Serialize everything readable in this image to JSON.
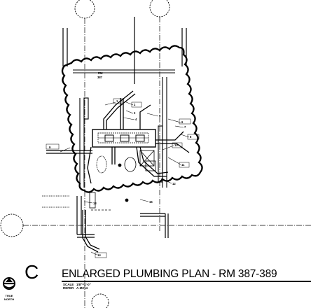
{
  "title_block": {
    "detail_letter": "C",
    "title": "ENLARGED PLUMBING PLAN - RM 387-389",
    "scale_label": "SCALE",
    "scale_value": "1/8\"=1'-0\"",
    "refer_label": "REFER",
    "refer_value": "A-M214"
  },
  "north_arrow": {
    "line1": "TRUE",
    "line2": "NORTH"
  },
  "callouts": [
    "1",
    "2",
    "3",
    "4",
    "5",
    "6",
    "7",
    "8",
    "9",
    "10",
    "11",
    "12",
    "13",
    "14",
    "15"
  ],
  "room_label": {
    "line1": "RM",
    "line2": "387"
  },
  "colors": {
    "ink": "#000000",
    "paper": "#ffffff"
  }
}
